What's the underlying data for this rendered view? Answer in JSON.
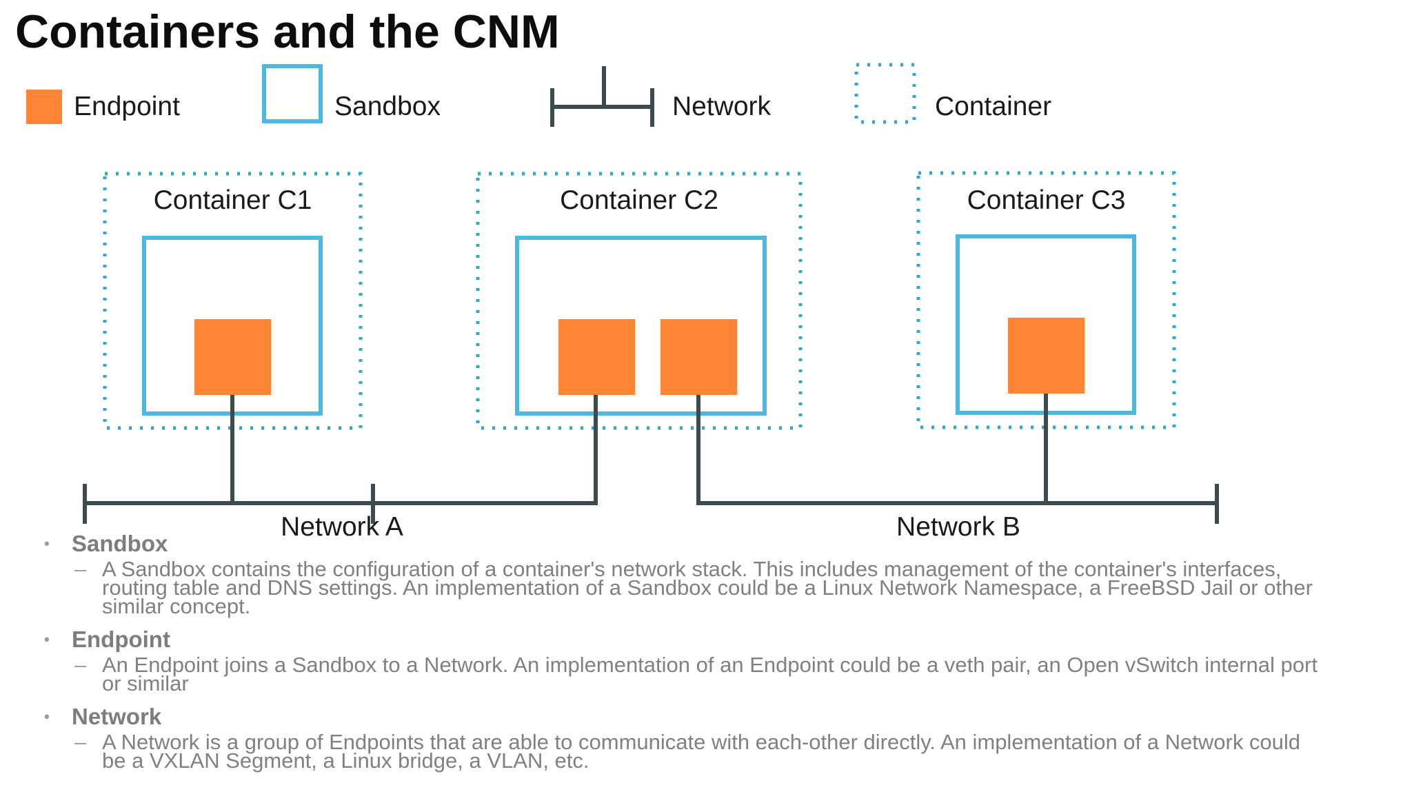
{
  "title": "Containers and the CNM",
  "legend": {
    "endpoint": "Endpoint",
    "sandbox": "Sandbox",
    "network": "Network",
    "container": "Container"
  },
  "containers": [
    {
      "label": "Container C1"
    },
    {
      "label": "Container C2"
    },
    {
      "label": "Container C3"
    }
  ],
  "networks": [
    {
      "label": "Network A"
    },
    {
      "label": "Network B"
    }
  ],
  "colors": {
    "endpoint": "#FD8535",
    "sandbox": "#4CB7DF",
    "container": "#2FA6DA",
    "network": "#3C4B4D"
  },
  "bullets": [
    {
      "heading": "Sandbox",
      "text": "A Sandbox contains the configuration of a container's network stack. This includes management of the container's interfaces, routing table and DNS settings. An implementation of a Sandbox could be a Linux Network Namespace, a FreeBSD Jail or other similar concept."
    },
    {
      "heading": "Endpoint",
      "text": "An Endpoint joins a Sandbox to a Network. An implementation of an Endpoint could be a veth pair, an Open vSwitch internal port or similar"
    },
    {
      "heading": "Network",
      "text": "A Network is a group of Endpoints that are able to communicate with each-other directly. An implementation of a Network could be a VXLAN Segment, a Linux bridge, a VLAN, etc."
    }
  ]
}
